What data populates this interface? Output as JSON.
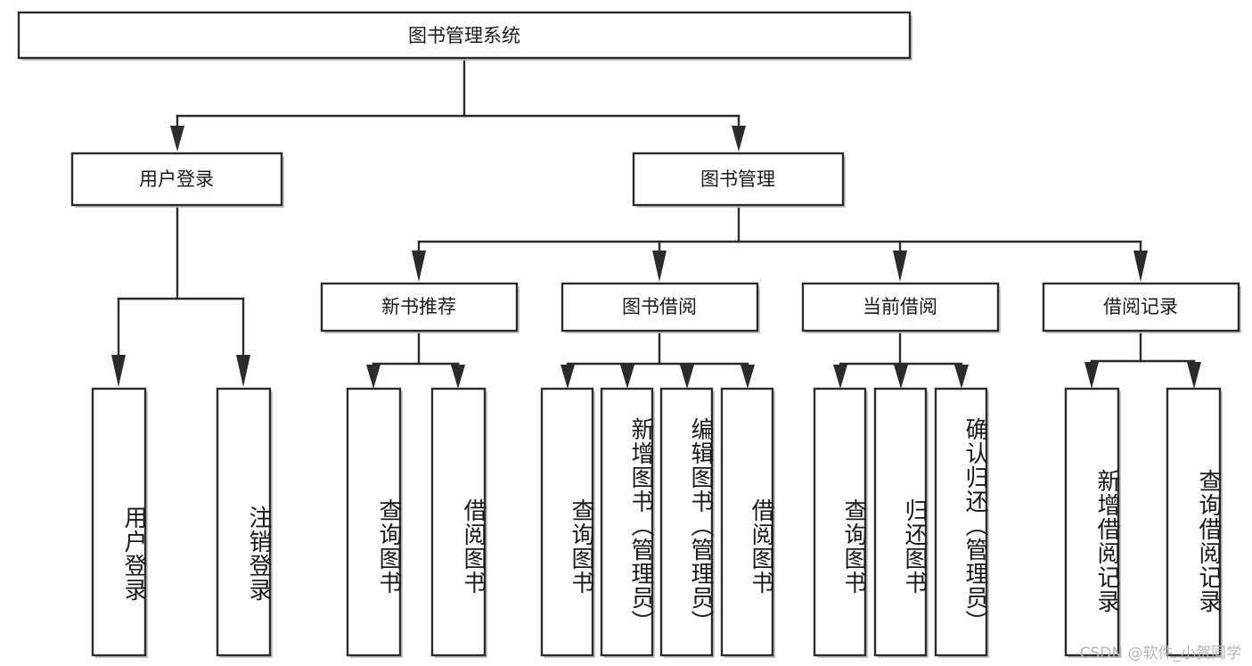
{
  "diagram": {
    "type": "tree",
    "title": "图书管理系统",
    "colors": {
      "stroke": "#2b2b2b",
      "fill": "#ffffff",
      "text": "#1a1a1a",
      "shadow": "#bdbdbd",
      "watermark": "#b6b6b6",
      "background": "#ffffff"
    },
    "levels": {
      "root": "图书管理系统",
      "level2": [
        "用户登录",
        "图书管理"
      ],
      "level3": [
        "新书推荐",
        "图书借阅",
        "当前借阅",
        "借阅记录"
      ]
    },
    "nodes": {
      "root": {
        "label": "图书管理系统"
      },
      "user_login": {
        "label": "用户登录"
      },
      "book_mgmt": {
        "label": "图书管理"
      },
      "new_book_rec": {
        "label": "新书推荐"
      },
      "book_borrow": {
        "label": "图书借阅"
      },
      "current_borrow": {
        "label": "当前借阅"
      },
      "borrow_record": {
        "label": "借阅记录"
      }
    },
    "leaves": {
      "user_login": [
        {
          "label": "用户登录"
        },
        {
          "label": "注销登录"
        }
      ],
      "new_book_rec": [
        {
          "label": "查询图书"
        },
        {
          "label": "借阅图书"
        }
      ],
      "book_borrow": [
        {
          "label": "查询图书"
        },
        {
          "label": "新增图书（管理员）"
        },
        {
          "label": "编辑图书（管理员）"
        },
        {
          "label": "借阅图书"
        }
      ],
      "current_borrow": [
        {
          "label": "查询图书"
        },
        {
          "label": "归还图书"
        },
        {
          "label": "确认归还（管理员）"
        }
      ],
      "borrow_record": [
        {
          "label": "新增借阅记录"
        },
        {
          "label": "查询借阅记录"
        }
      ]
    },
    "edges": [
      {
        "from": "图书管理系统",
        "to": "用户登录"
      },
      {
        "from": "图书管理系统",
        "to": "图书管理"
      },
      {
        "from": "图书管理",
        "to": "新书推荐"
      },
      {
        "from": "图书管理",
        "to": "图书借阅"
      },
      {
        "from": "图书管理",
        "to": "当前借阅"
      },
      {
        "from": "图书管理",
        "to": "借阅记录"
      },
      {
        "from": "用户登录",
        "to": "用户登录"
      },
      {
        "from": "用户登录",
        "to": "注销登录"
      },
      {
        "from": "新书推荐",
        "to": "查询图书"
      },
      {
        "from": "新书推荐",
        "to": "借阅图书"
      },
      {
        "from": "图书借阅",
        "to": "查询图书"
      },
      {
        "from": "图书借阅",
        "to": "新增图书（管理员）"
      },
      {
        "from": "图书借阅",
        "to": "编辑图书（管理员）"
      },
      {
        "from": "图书借阅",
        "to": "借阅图书"
      },
      {
        "from": "当前借阅",
        "to": "查询图书"
      },
      {
        "from": "当前借阅",
        "to": "归还图书"
      },
      {
        "from": "当前借阅",
        "to": "确认归还（管理员）"
      },
      {
        "from": "借阅记录",
        "to": "新增借阅记录"
      },
      {
        "from": "借阅记录",
        "to": "查询借阅记录"
      }
    ]
  },
  "watermark": {
    "text": "CSDN @软件_小贺同学"
  }
}
